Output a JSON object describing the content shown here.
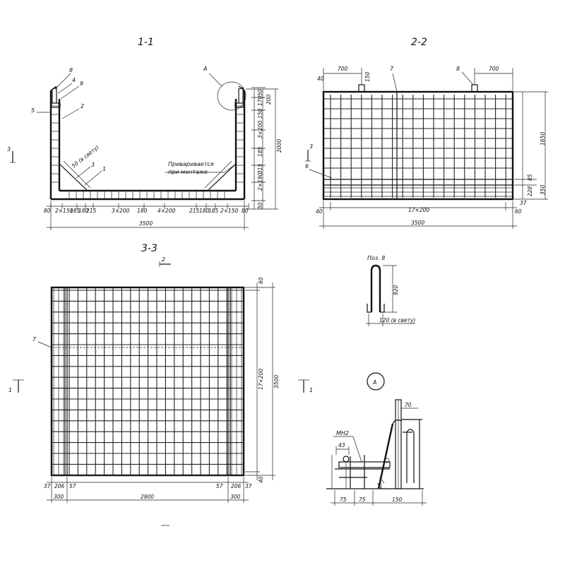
{
  "views": {
    "s11": {
      "title": "1-1",
      "callout_a": "A",
      "pos": {
        "p8": "8",
        "p4": "4",
        "p9": "9",
        "p5": "5",
        "p2": "2",
        "p3": "3",
        "p1": "1"
      },
      "clear_note": "50 (в свету)",
      "weld_note_1": "Приваривается",
      "weld_note_2": "при монтаже",
      "bottom_dims": [
        "80",
        "2×150",
        "185",
        "180",
        "215",
        "3×200",
        "180",
        "4×200",
        "215",
        "180",
        "185",
        "2×150",
        "80"
      ],
      "overall": "3500",
      "right_dims": [
        "50",
        "170",
        "150",
        "3×200",
        "185",
        "315",
        "2×190",
        "50"
      ],
      "right_200": "200",
      "right_total": "2000",
      "section_mark": "3"
    },
    "s22": {
      "title": "2-2",
      "dim_700_left": "700",
      "dim_700_right": "700",
      "dim_150": "150",
      "dim_40_top": "40",
      "pos": {
        "p7": "7",
        "p8": "8",
        "p6": "6"
      },
      "right_1650": "1650",
      "right_85": "85",
      "right_228": "228",
      "right_37": "37",
      "right_350": "350",
      "bottom_40": "40",
      "bottom_mid": "17×200",
      "bottom_60": "60",
      "overall": "3500",
      "section_mark": "3"
    },
    "s33": {
      "title": "3-3",
      "section_mark_2": "2",
      "pos7": "7",
      "right_60": "60",
      "right_mid": "17×200",
      "right_total": "3500",
      "right_40": "40",
      "bottom_small": [
        "37",
        "206",
        "57",
        "57",
        "206",
        "37"
      ],
      "bottom_300_left": "300",
      "bottom_2900": "2900",
      "bottom_300_right": "300",
      "section_mark_1": "1",
      "section_mark_1_right": "1"
    },
    "poz8": {
      "title": "Поз. 8",
      "dim_920": "920",
      "dim_clear": "120 (в свету)"
    },
    "detail_a": {
      "label": "A",
      "mh2": "МН2",
      "dim_43": "43",
      "dim_70": "70",
      "dim_75a": "75",
      "dim_75b": "75",
      "dim_150": "150"
    }
  }
}
